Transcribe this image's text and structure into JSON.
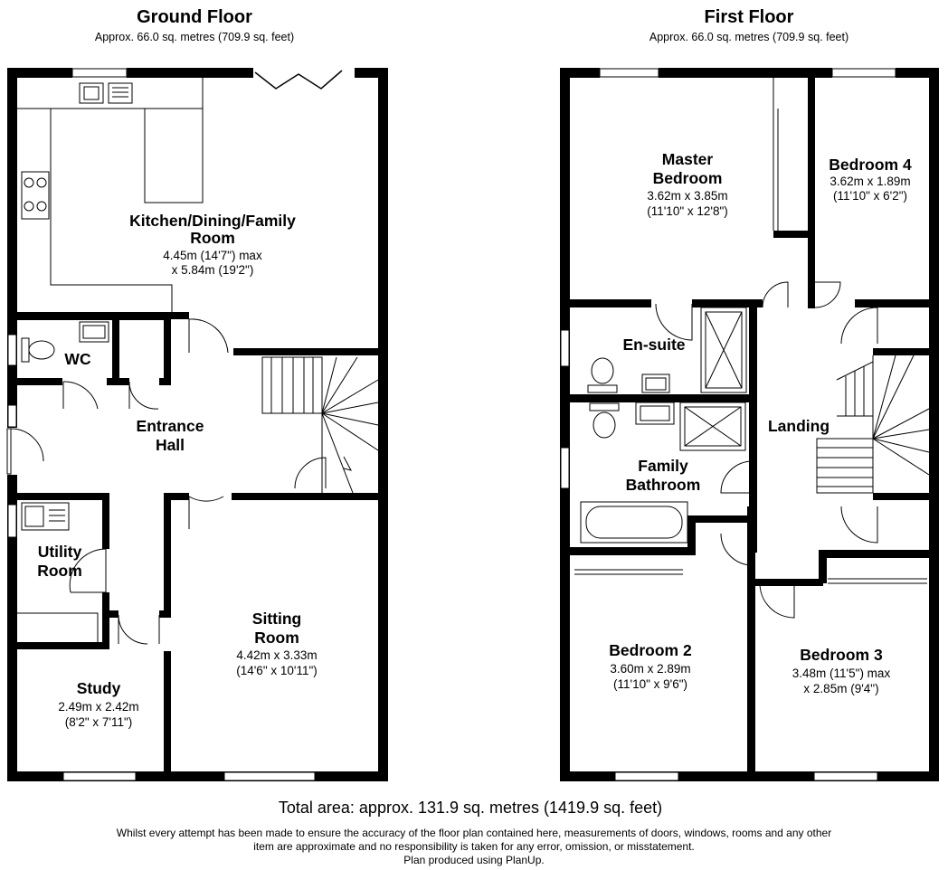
{
  "ground_floor": {
    "title": "Ground Floor",
    "area": "Approx. 66.0 sq. metres (709.9 sq. feet)",
    "rooms": {
      "kitchen": {
        "name_1": "Kitchen/Dining/Family",
        "name_2": "Room",
        "dim_1": "4.45m (14'7\") max",
        "dim_2": "x 5.84m (19'2\")"
      },
      "wc": {
        "name": "WC"
      },
      "hall": {
        "name_1": "Entrance",
        "name_2": "Hall"
      },
      "utility": {
        "name_1": "Utility",
        "name_2": "Room"
      },
      "sitting": {
        "name_1": "Sitting",
        "name_2": "Room",
        "dim_1": "4.42m x 3.33m",
        "dim_2": "(14'6\" x 10'11\")"
      },
      "study": {
        "name": "Study",
        "dim_1": "2.49m x 2.42m",
        "dim_2": "(8'2\" x 7'11\")"
      }
    }
  },
  "first_floor": {
    "title": "First Floor",
    "area": "Approx. 66.0 sq. metres (709.9 sq. feet)",
    "rooms": {
      "master": {
        "name_1": "Master",
        "name_2": "Bedroom",
        "dim_1": "3.62m x 3.85m",
        "dim_2": "(11'10\" x 12'8\")"
      },
      "bed4": {
        "name": "Bedroom 4",
        "dim_1": "3.62m x 1.89m",
        "dim_2": "(11'10\" x 6'2\")"
      },
      "ensuite": {
        "name": "En-suite"
      },
      "landing": {
        "name": "Landing"
      },
      "bathroom": {
        "name_1": "Family",
        "name_2": "Bathroom"
      },
      "bed2": {
        "name": "Bedroom 2",
        "dim_1": "3.60m x 2.89m",
        "dim_2": "(11'10\" x 9'6\")"
      },
      "bed3": {
        "name": "Bedroom 3",
        "dim_1": "3.48m (11'5\") max",
        "dim_2": "x 2.85m (9'4\")"
      }
    }
  },
  "footer": {
    "total": "Total area: approx. 131.9 sq. metres (1419.9 sq. feet)",
    "disclaimer_1": "Whilst every attempt has been made to ensure the accuracy of the floor plan contained here, measurements of doors, windows, rooms and any other",
    "disclaimer_2": "item are approximate and no responsibility is taken for any error, omission, or misstatement.",
    "credit": "Plan produced using PlanUp."
  }
}
